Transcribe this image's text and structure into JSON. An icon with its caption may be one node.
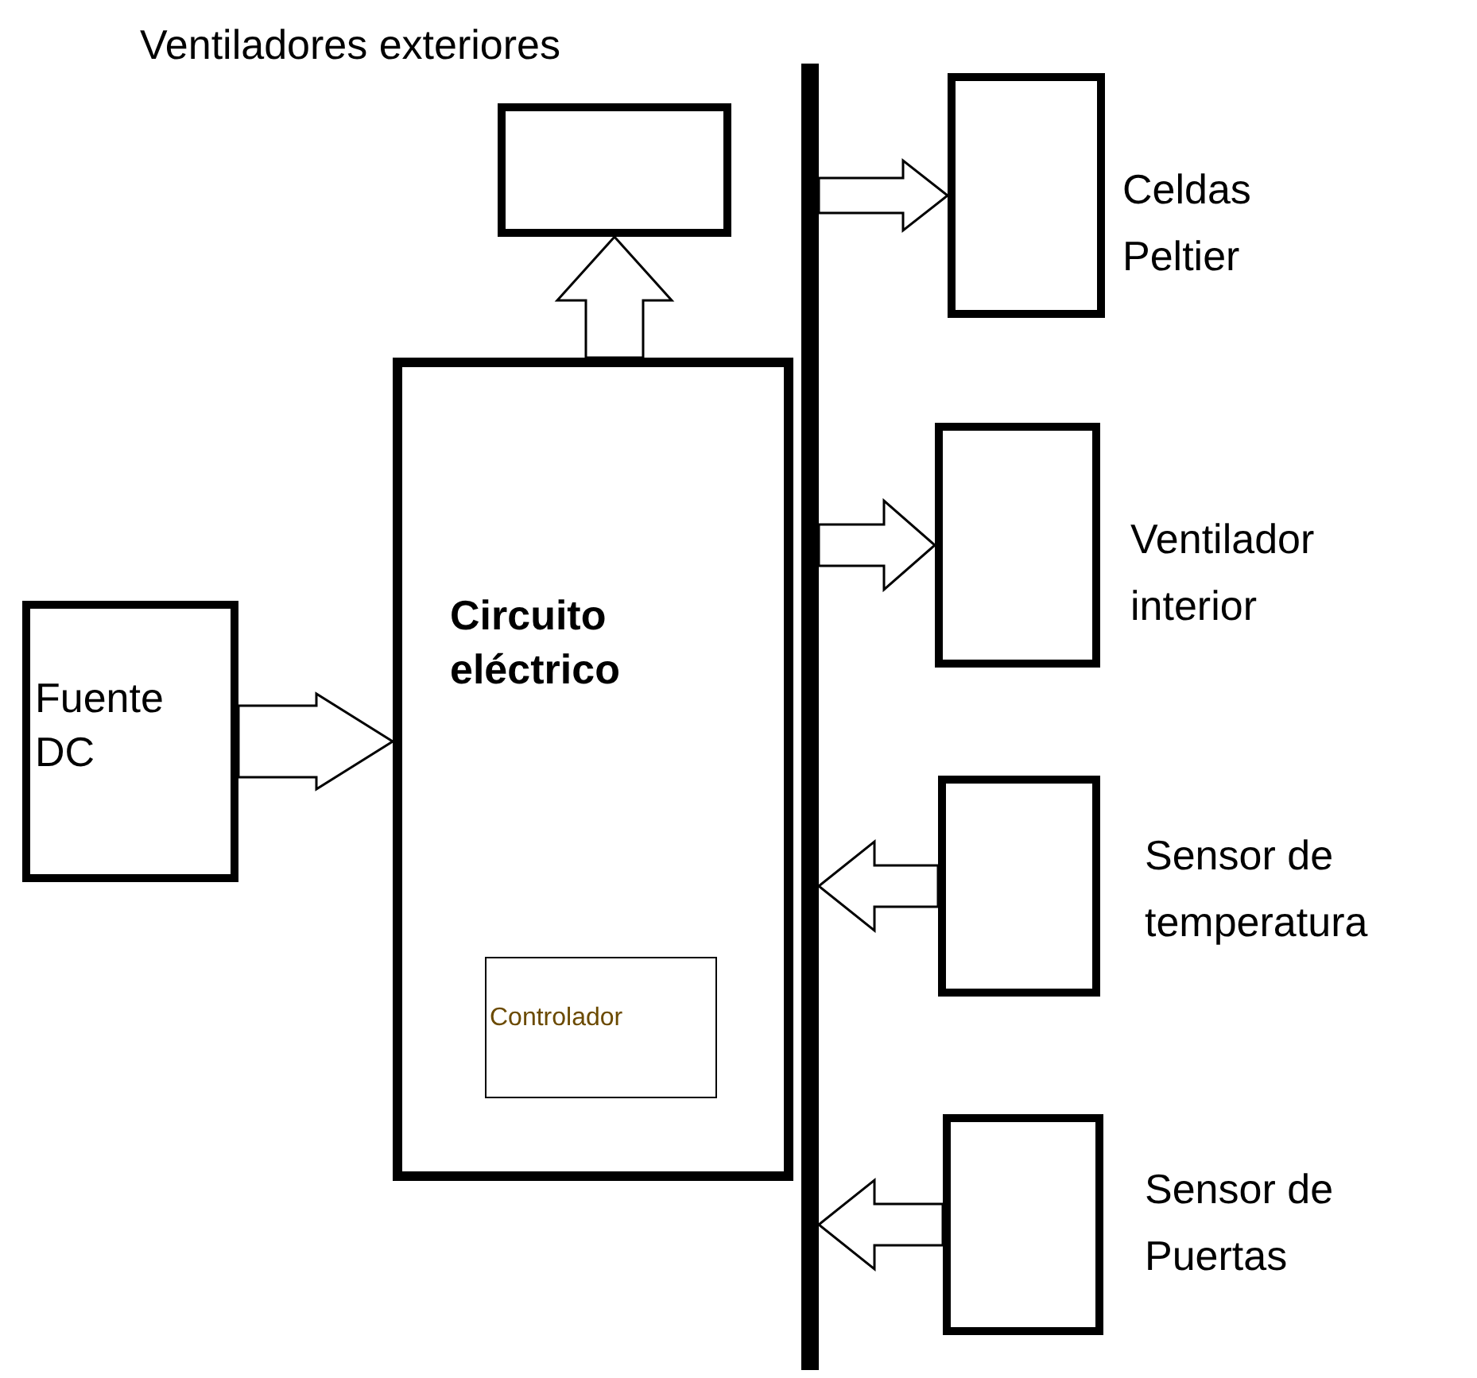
{
  "diagram": {
    "nodes": [
      {
        "text": [
          "Ventiladores exteriores"
        ]
      },
      {
        "text": [
          "Circuito eléctrico"
        ]
      },
      {
        "text": [
          "Controlador"
        ],
        "in": 1
      },
      {
        "text": [
          "Fuente DC"
        ]
      },
      {
        "text": [],
        "shape": "bar"
      },
      {
        "text": [],
        "shape": "box",
        "beside": [
          "Celdas Peltier"
        ]
      },
      {
        "text": [],
        "shape": "box",
        "beside": [
          "Ventilador interior"
        ]
      },
      {
        "text": [],
        "shape": "box",
        "beside": [
          "Sensor de temperatura"
        ]
      },
      {
        "text": [],
        "shape": "box",
        "beside": [
          "Sensor de Puertas"
        ]
      }
    ],
    "edges": [
      {
        "from": 1,
        "to": 0,
        "arrow": "to"
      },
      {
        "from": 3,
        "to": 1,
        "arrow": "to"
      },
      {
        "from": 4,
        "to": 5,
        "arrow": "to"
      },
      {
        "from": 4,
        "to": 6,
        "arrow": "to"
      },
      {
        "from": 7,
        "to": 4,
        "arrow": "to"
      },
      {
        "from": 8,
        "to": 4,
        "arrow": "to"
      }
    ]
  }
}
